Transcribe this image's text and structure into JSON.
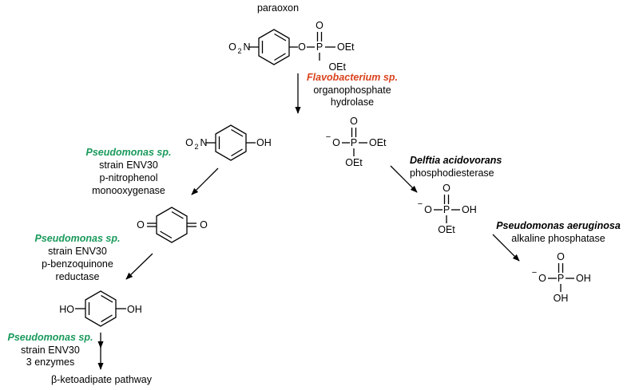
{
  "colors": {
    "flavobacterium": "#d9421c",
    "pseudomonas": "#1a9a5c",
    "delftia": "#2342cc",
    "aeruginosa": "#a13fd6",
    "ink": "#000000"
  },
  "compounds": {
    "paraoxon": {
      "name": "paraoxon",
      "no2_o": "O",
      "no2_sub": "2",
      "no2_n": "N",
      "o_link": "O",
      "p": "P",
      "o_top": "O",
      "oet_right": "OEt",
      "oet_down": "OEt"
    },
    "nitrophenol": {
      "no2_o": "O",
      "no2_sub": "2",
      "no2_n": "N",
      "oh": "OH"
    },
    "benzoquinone": {
      "o_left": "O",
      "o_right": "O"
    },
    "hydroquinone": {
      "ho": "HO",
      "oh": "OH"
    },
    "diethyl_phosphate": {
      "minus": "−",
      "o_left": "O",
      "p": "P",
      "o_top": "O",
      "oet_right": "OEt",
      "oet_down": "OEt"
    },
    "ethyl_phosphate": {
      "minus": "−",
      "o_left": "O",
      "p": "P",
      "o_top": "O",
      "oh_right": "OH",
      "oet_down": "OEt"
    },
    "phosphate": {
      "minus": "−",
      "o_left": "O",
      "p": "P",
      "o_top": "O",
      "oh_right": "OH",
      "oh_down": "OH"
    }
  },
  "steps": {
    "flavobacterium": {
      "organism": "Flavobacterium",
      "sp": " sp.",
      "enzyme_1": "organophosphate",
      "enzyme_2": "hydrolase"
    },
    "pseudomonas_1": {
      "organism": "Pseudomonas",
      "sp": " sp.",
      "line_1": "strain ENV30",
      "line_2": "p-nitrophenol",
      "line_3": "monooxygenase"
    },
    "pseudomonas_2": {
      "organism": "Pseudomonas",
      "sp": " sp.",
      "line_1": "strain ENV30",
      "line_2": "p-benzoquinone",
      "line_3": "reductase"
    },
    "pseudomonas_3": {
      "organism": "Pseudomonas",
      "sp": " sp.",
      "line_1": "strain ENV30",
      "line_2": "3 enzymes"
    },
    "delftia": {
      "organism": "Delftia acidovorans",
      "enzyme": "phosphodiesterase"
    },
    "aeruginosa": {
      "organism": "Pseudomonas aeruginosa",
      "enzyme": "alkaline phosphatase"
    }
  },
  "pathway_end": "β-ketoadipate pathway"
}
